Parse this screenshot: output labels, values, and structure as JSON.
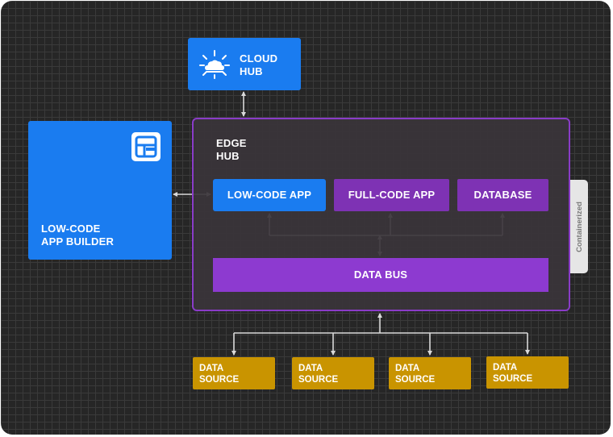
{
  "cloud_hub": {
    "line1": "CLOUD",
    "line2": "HUB"
  },
  "app_builder": {
    "line1": "LOW-CODE",
    "line2": "APP BUILDER"
  },
  "edge_hub": {
    "line1": "EDGE",
    "line2": "HUB",
    "low_code_app": "LOW-CODE APP",
    "full_code_app": "FULL-CODE APP",
    "database": "DATABASE",
    "data_bus": "DATA BUS",
    "containerized": "Containerized"
  },
  "data_sources": [
    {
      "line1": "DATA",
      "line2": "SOURCE"
    },
    {
      "line1": "DATA",
      "line2": "SOURCE"
    },
    {
      "line1": "DATA",
      "line2": "SOURCE"
    },
    {
      "line1": "DATA",
      "line2": "SOURCE"
    }
  ],
  "colors": {
    "blue": "#1a7cf0",
    "purple": "#7e32b4",
    "data_bus": "#8d3ad0",
    "gold": "#c99400",
    "edge_border": "#8a3cc8",
    "connector": "#d9d9d9"
  },
  "icons": {
    "cloud_hub": "cloud-network-icon",
    "app_builder": "app-builder-logo-icon"
  }
}
